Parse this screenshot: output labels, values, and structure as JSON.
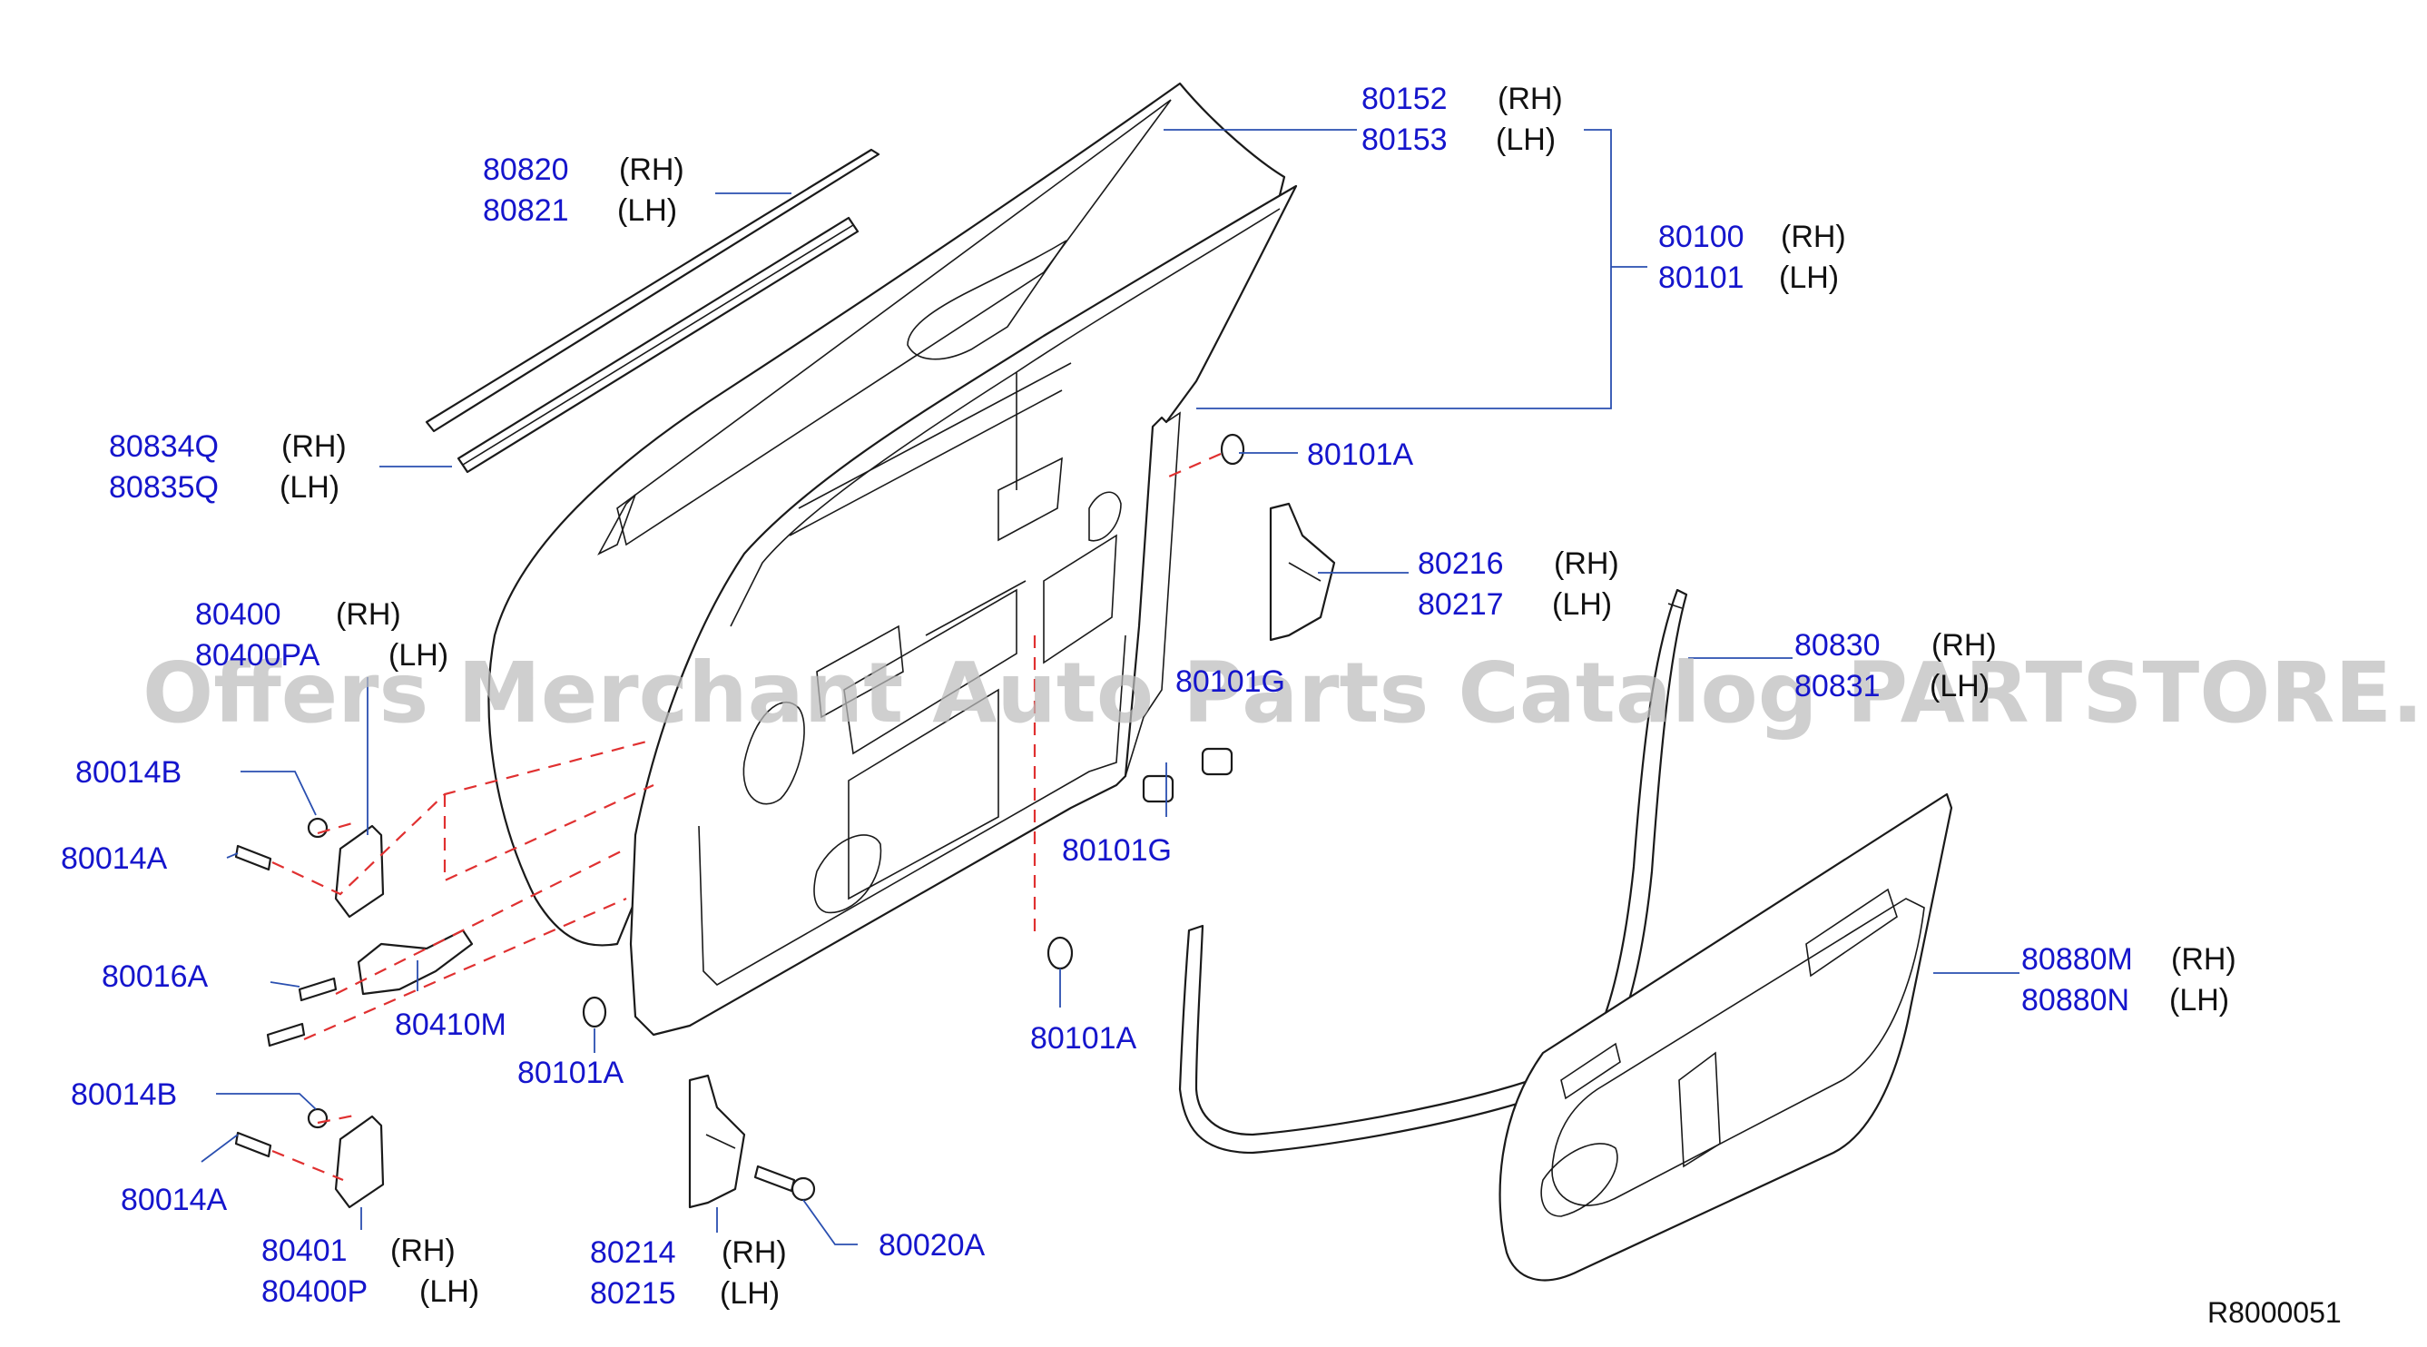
{
  "diagram_ref": "R8000051",
  "watermark": "Offers Merchant Auto Parts Catalog PARTSTORE.SA",
  "callouts": [
    {
      "id": "c1",
      "part": "80152",
      "side": "(RH)"
    },
    {
      "id": "c2",
      "part": "80153",
      "side": "(LH)"
    },
    {
      "id": "c3",
      "part": "80820",
      "side": "(RH)"
    },
    {
      "id": "c4",
      "part": "80821",
      "side": "(LH)"
    },
    {
      "id": "c5",
      "part": "80100",
      "side": "(RH)"
    },
    {
      "id": "c6",
      "part": "80101",
      "side": "(LH)"
    },
    {
      "id": "c7",
      "part": "80834Q",
      "side": "(RH)"
    },
    {
      "id": "c8",
      "part": "80835Q",
      "side": "(LH)"
    },
    {
      "id": "c9",
      "part": "80101A",
      "side": ""
    },
    {
      "id": "c10",
      "part": "80216",
      "side": "(RH)"
    },
    {
      "id": "c11",
      "part": "80217",
      "side": "(LH)"
    },
    {
      "id": "c12",
      "part": "80400",
      "side": "(RH)"
    },
    {
      "id": "c13",
      "part": "80400PA",
      "side": "(LH)"
    },
    {
      "id": "c14",
      "part": "80830",
      "side": "(RH)"
    },
    {
      "id": "c15",
      "part": "80831",
      "side": "(LH)"
    },
    {
      "id": "c16",
      "part": "80101G",
      "side": ""
    },
    {
      "id": "c17",
      "part": "80014B",
      "side": ""
    },
    {
      "id": "c18",
      "part": "80014A",
      "side": ""
    },
    {
      "id": "c19",
      "part": "80101G",
      "side": ""
    },
    {
      "id": "c20",
      "part": "80880M",
      "side": "(RH)"
    },
    {
      "id": "c21",
      "part": "80880N",
      "side": "(LH)"
    },
    {
      "id": "c22",
      "part": "80016A",
      "side": ""
    },
    {
      "id": "c23",
      "part": "80410M",
      "side": ""
    },
    {
      "id": "c24",
      "part": "80101A",
      "side": ""
    },
    {
      "id": "c25",
      "part": "80101A",
      "side": ""
    },
    {
      "id": "c26",
      "part": "80014B",
      "side": ""
    },
    {
      "id": "c27",
      "part": "80014A",
      "side": ""
    },
    {
      "id": "c28",
      "part": "80401",
      "side": "(RH)"
    },
    {
      "id": "c29",
      "part": "80400P",
      "side": "(LH)"
    },
    {
      "id": "c30",
      "part": "80214",
      "side": "(RH)"
    },
    {
      "id": "c31",
      "part": "80215",
      "side": "(LH)"
    },
    {
      "id": "c32",
      "part": "80020A",
      "side": ""
    }
  ]
}
